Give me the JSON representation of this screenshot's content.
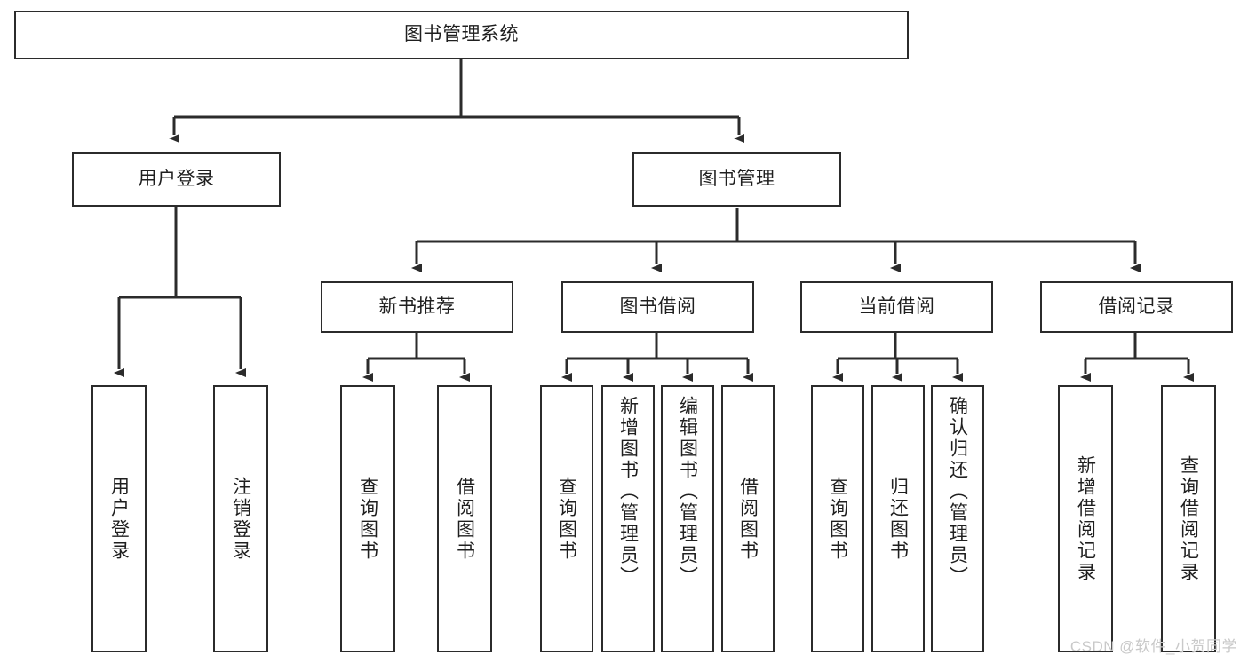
{
  "diagram": {
    "type": "tree-hierarchy",
    "title": "图书管理系统",
    "root": {
      "id": "root",
      "label": "图书管理系统"
    },
    "level2": [
      {
        "id": "user-login",
        "label": "用户登录"
      },
      {
        "id": "book-manage",
        "label": "图书管理"
      }
    ],
    "level3": [
      {
        "id": "new-book-recommend",
        "label": "新书推荐",
        "parent": "book-manage"
      },
      {
        "id": "book-borrow",
        "label": "图书借阅",
        "parent": "book-manage"
      },
      {
        "id": "current-borrow",
        "label": "当前借阅",
        "parent": "book-manage"
      },
      {
        "id": "borrow-record",
        "label": "借阅记录",
        "parent": "book-manage"
      }
    ],
    "leaves": {
      "user_login": [
        {
          "id": "leaf-user-login",
          "label": "用户登录"
        },
        {
          "id": "leaf-user-logout",
          "label": "注销登录"
        }
      ],
      "new_book_recommend": [
        {
          "id": "leaf-query-book-1",
          "label": "查询图书"
        },
        {
          "id": "leaf-borrow-book-1",
          "label": "借阅图书"
        }
      ],
      "book_borrow": [
        {
          "id": "leaf-query-book-2",
          "label": "查询图书"
        },
        {
          "id": "leaf-add-book",
          "label": "新增图书（管理员）"
        },
        {
          "id": "leaf-edit-book",
          "label": "编辑图书（管理员）"
        },
        {
          "id": "leaf-borrow-book-2",
          "label": "借阅图书"
        }
      ],
      "current_borrow": [
        {
          "id": "leaf-query-book-3",
          "label": "查询图书"
        },
        {
          "id": "leaf-return-book",
          "label": "归还图书"
        },
        {
          "id": "leaf-confirm-return",
          "label": "确认归还（管理员）"
        }
      ],
      "borrow_record": [
        {
          "id": "leaf-add-record",
          "label": "新增借阅记录"
        },
        {
          "id": "leaf-query-record",
          "label": "查询借阅记录"
        }
      ]
    },
    "colors": {
      "stroke": "#2b2b2b",
      "fill": "#ffffff",
      "text": "#1f1f1f",
      "watermark": "#c9c9c9"
    }
  },
  "watermark": {
    "text": "CSDN @软件_小贺同学"
  }
}
